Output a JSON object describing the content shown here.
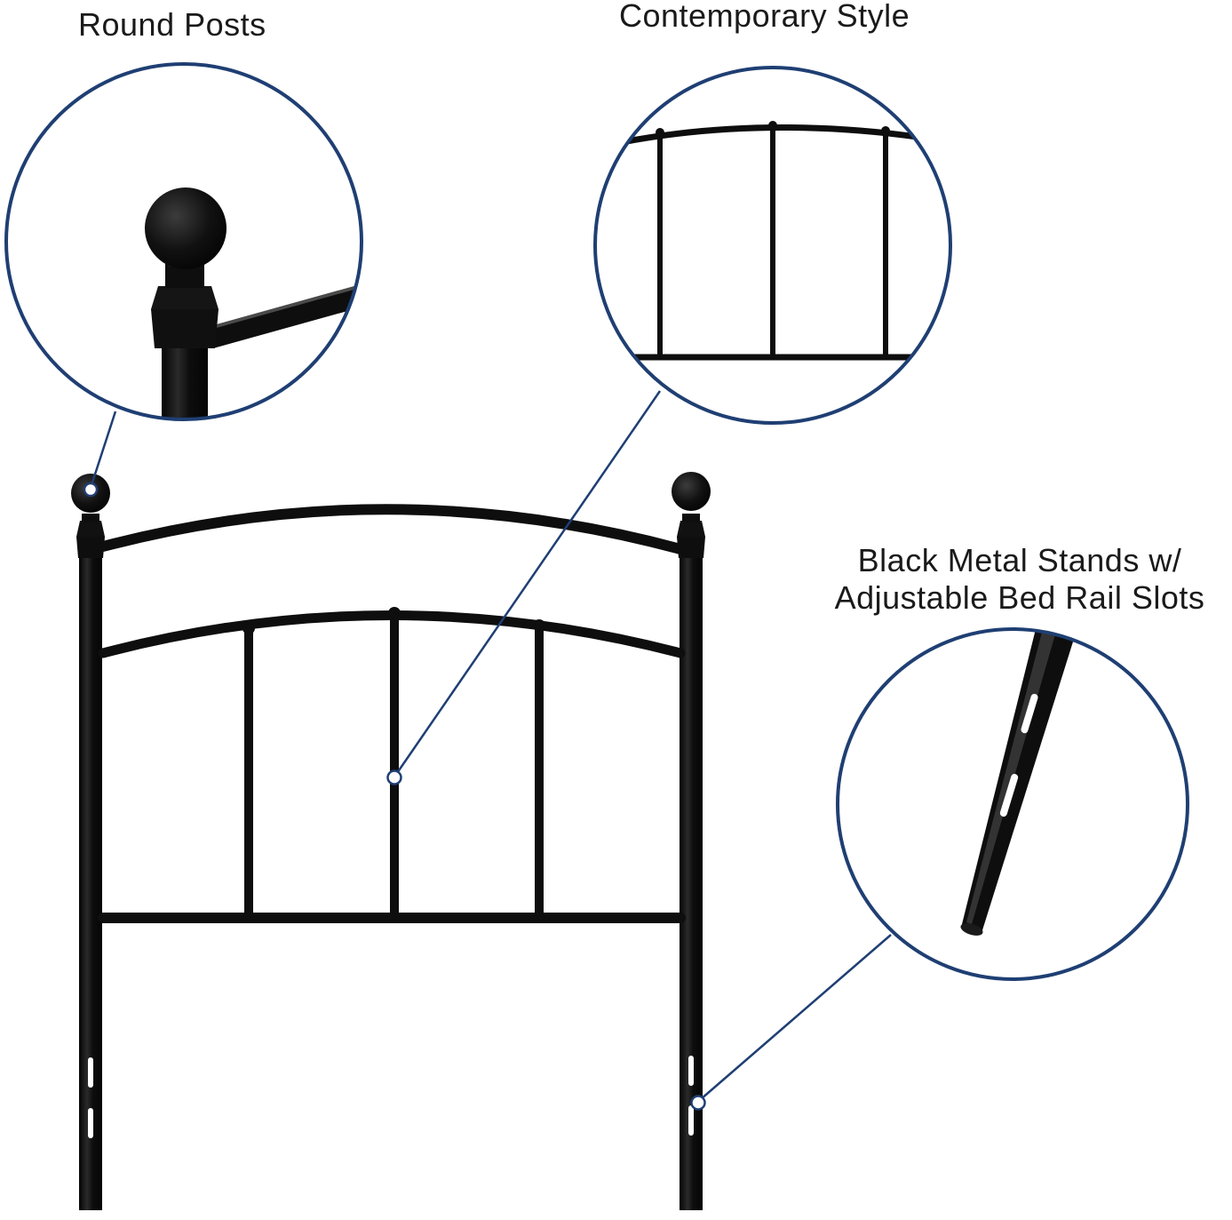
{
  "callouts": {
    "round_posts": "Round Posts",
    "contemporary_style": "Contemporary Style",
    "stands_line1": "Black Metal Stands w/",
    "stands_line2": "Adjustable Bed Rail Slots"
  },
  "colors": {
    "callout_ring": "#1f3f73",
    "metal": "#0e0e0e",
    "metal_highlight": "#3a3a3a",
    "background": "#ffffff"
  }
}
